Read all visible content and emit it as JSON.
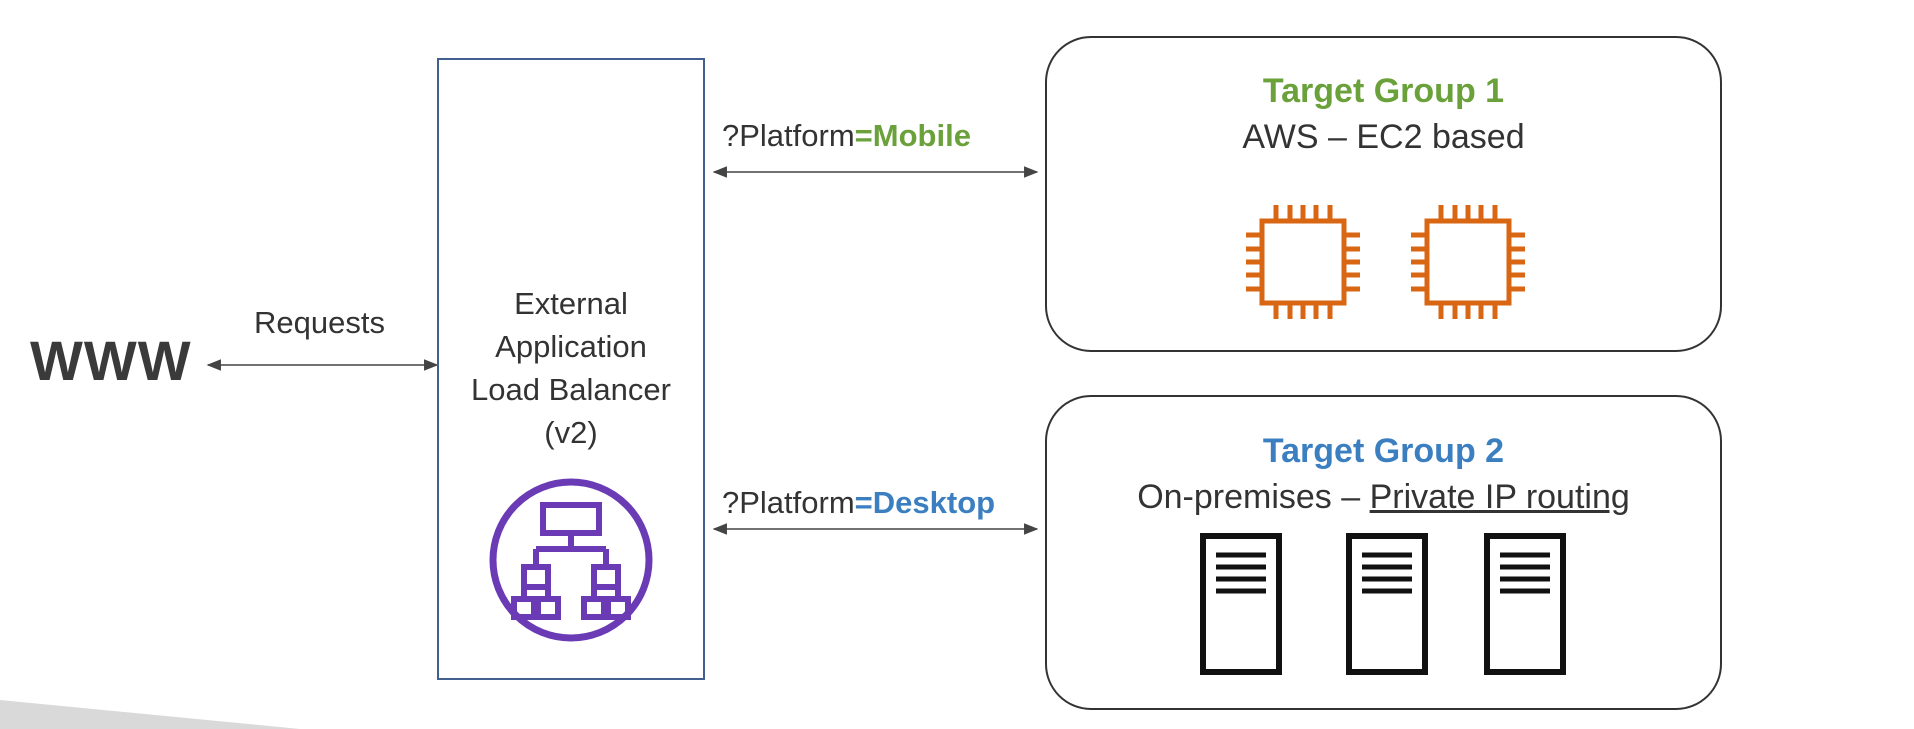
{
  "client": {
    "label": "WWW"
  },
  "requests": {
    "label": "Requests"
  },
  "load_balancer": {
    "line1": "External",
    "line2": "Application",
    "line3": "Load Balancer",
    "line4": "(v2)",
    "icon": "elb-hierarchy-icon",
    "border_color": "#41608f",
    "icon_color": "#6a3bb5"
  },
  "routes": [
    {
      "prefix": "?Platform",
      "value": "=Mobile",
      "color": "#6aa13a"
    },
    {
      "prefix": "?Platform",
      "value": "=Desktop",
      "color": "#3b7fc1"
    }
  ],
  "target_groups": [
    {
      "title": "Target Group 1",
      "subtitle": "AWS – EC2 based",
      "color": "#6aa13a",
      "icons": [
        "ec2-instance-icon",
        "ec2-instance-icon"
      ],
      "icon_color": "#d86613"
    },
    {
      "title": "Target Group 2",
      "subtitle_prefix": "On-premises – ",
      "subtitle_link": "Private IP routing",
      "color": "#3b7fc1",
      "icons": [
        "server-icon",
        "server-icon",
        "server-icon"
      ]
    }
  ]
}
